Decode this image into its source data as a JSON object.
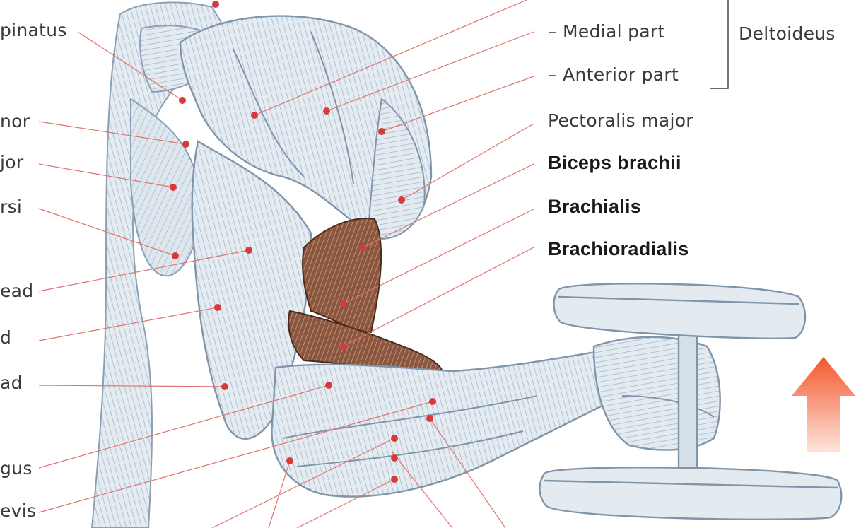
{
  "labels": {
    "left": [
      {
        "id": "supraspinatus",
        "text": "pinatus"
      },
      {
        "id": "teres-minor",
        "text": "nor"
      },
      {
        "id": "teres-major",
        "text": "jor"
      },
      {
        "id": "latissimus-dorsi",
        "text": "rsi"
      },
      {
        "id": "triceps-long-head",
        "text": "ead"
      },
      {
        "id": "triceps-lateral-head",
        "text": "d"
      },
      {
        "id": "triceps-medial-head",
        "text": "ad"
      },
      {
        "id": "ext-carpi-radialis-longus",
        "text": "gus"
      },
      {
        "id": "ext-carpi-radialis-brevis",
        "text": "evis"
      }
    ],
    "right": [
      {
        "id": "medial-part",
        "text": "– Medial part",
        "bold": false
      },
      {
        "id": "anterior-part",
        "text": "– Anterior part",
        "bold": false
      },
      {
        "id": "pectoralis-major",
        "text": "Pectoralis major",
        "bold": false
      },
      {
        "id": "biceps-brachii",
        "text": "Biceps brachii",
        "bold": true
      },
      {
        "id": "brachialis",
        "text": "Brachialis",
        "bold": true
      },
      {
        "id": "brachioradialis",
        "text": "Brachioradialis",
        "bold": true
      }
    ],
    "group": {
      "text": "Deltoideus"
    }
  },
  "colors": {
    "muscle_fill": "#dfe7ee",
    "muscle_stroke": "#8aa0b4",
    "highlight": "#7a4a36",
    "highlight_light": "#b4846a",
    "leader": "#e0736c",
    "dot": "#d8393a",
    "arrow_top": "#f4572e",
    "arrow_bottom": "#fde5dc",
    "text": "#3a3a3a"
  }
}
